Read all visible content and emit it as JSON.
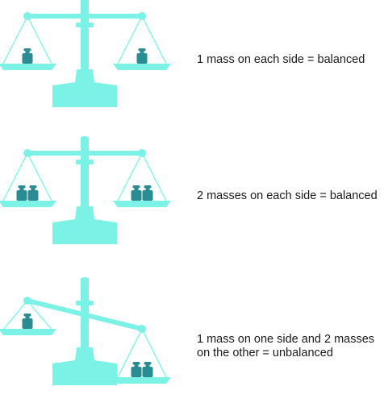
{
  "colors": {
    "scale": "#7cf2e6",
    "mass": "#2a8c92",
    "text": "#1a1a1a",
    "background": "#ffffff"
  },
  "scales": [
    {
      "caption_lines": [
        "1 mass on each side = balanced"
      ],
      "left_masses": 1,
      "right_masses": 1,
      "balanced": true
    },
    {
      "caption_lines": [
        "2 masses on each side = balanced"
      ],
      "left_masses": 2,
      "right_masses": 2,
      "balanced": true
    },
    {
      "caption_lines": [
        "1 mass on one side and 2 masses",
        "on the other = unbalanced"
      ],
      "left_masses": 1,
      "right_masses": 2,
      "balanced": false
    }
  ]
}
